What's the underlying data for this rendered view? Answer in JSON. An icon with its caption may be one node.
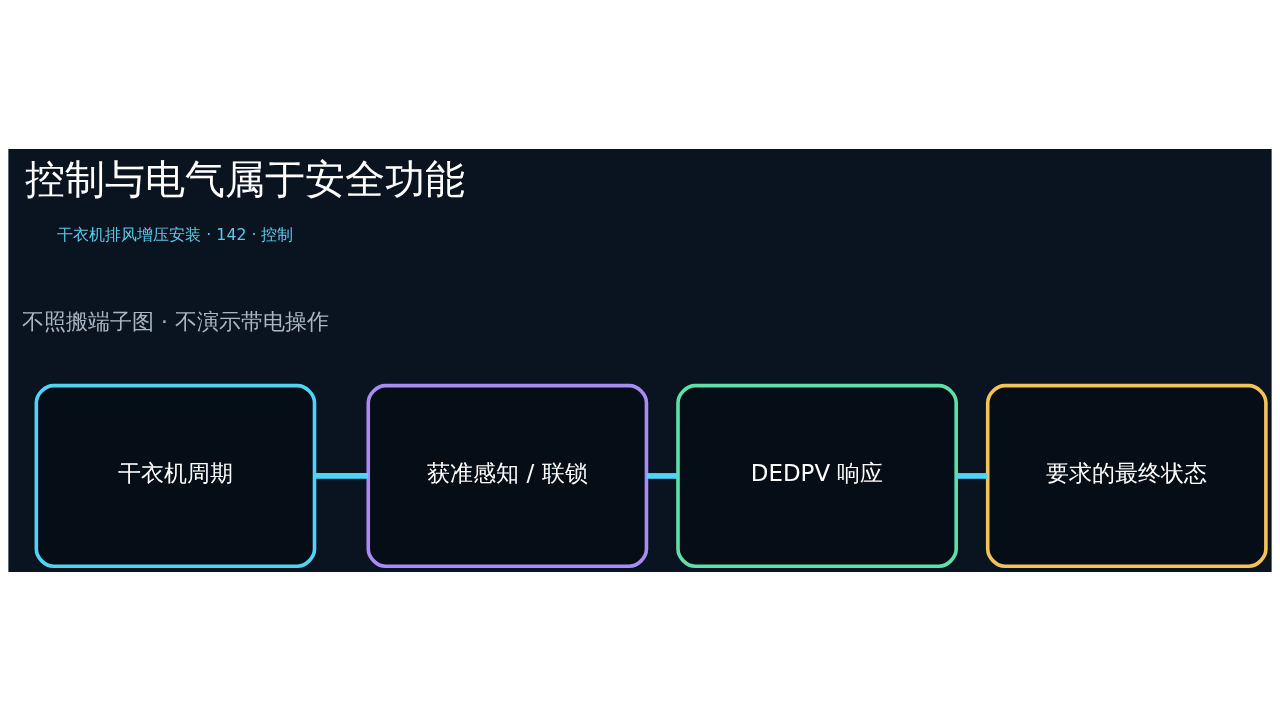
{
  "diagram": {
    "title": "控制与电气属于安全功能",
    "nodes": [
      {
        "text": [
          "干衣机周期"
        ]
      },
      {
        "text": [
          "获准感知 / 联锁"
        ]
      },
      {
        "text": [
          "DEDPV 响应"
        ]
      },
      {
        "text": [
          "要求的最终状态"
        ]
      }
    ],
    "edges": [
      {
        "from": 0,
        "to": 1,
        "arrow": "none"
      },
      {
        "from": 1,
        "to": 2,
        "arrow": "none"
      },
      {
        "from": 2,
        "to": 3,
        "arrow": "none"
      }
    ],
    "labels": [
      "干衣机排风增压安装 · 142 · 控制",
      "不照搬端子图 · 不演示带电操作"
    ]
  }
}
